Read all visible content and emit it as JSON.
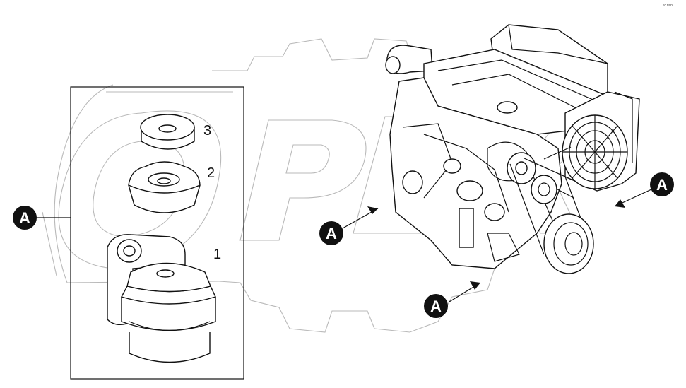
{
  "callout_letter": "A",
  "part_numbers": {
    "p1": "1",
    "p2": "2",
    "p3": "3"
  },
  "corner_code": "a* fisn",
  "colors": {
    "ink": "#111111",
    "watermark": "#b9b9b9",
    "background": "#ffffff"
  }
}
